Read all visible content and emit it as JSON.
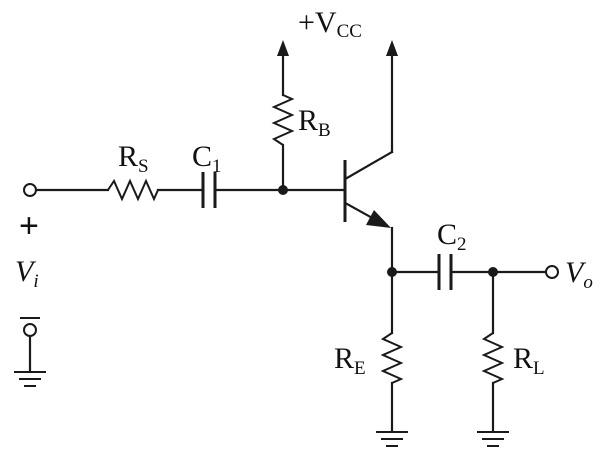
{
  "labels": {
    "vcc": {
      "main": "+V",
      "sub": "CC"
    },
    "rs": {
      "main": "R",
      "sub": "S"
    },
    "c1": {
      "main": "C",
      "sub": "1"
    },
    "rb": {
      "main": "R",
      "sub": "B"
    },
    "c2": {
      "main": "C",
      "sub": "2"
    },
    "re": {
      "main": "R",
      "sub": "E"
    },
    "rl": {
      "main": "R",
      "sub": "L"
    },
    "vi": {
      "main": "V",
      "sub": "i"
    },
    "vo": {
      "main": "V",
      "sub": "o"
    },
    "plus": "+",
    "minus": "−"
  },
  "colors": {
    "line": "#1a1a1a",
    "background": "#ffffff"
  },
  "icons": {
    "transistor": "npn-bjt-icon",
    "ground": "ground-icon",
    "resistor": "resistor-icon",
    "capacitor": "capacitor-icon"
  }
}
